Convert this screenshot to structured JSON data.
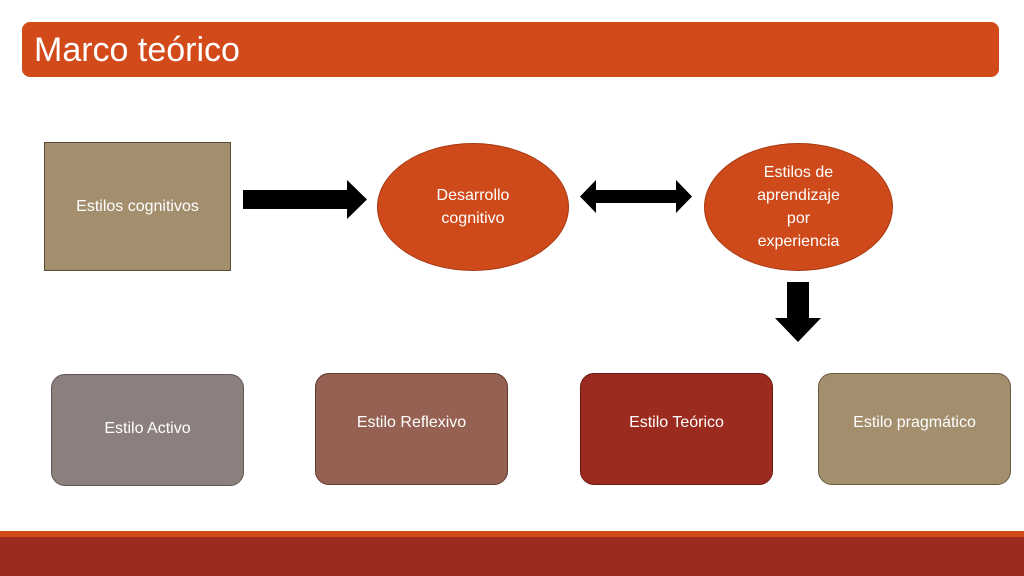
{
  "slide": {
    "title": "Marco teórico"
  },
  "diagram": {
    "source_box": {
      "label": "Estilos cognitivos"
    },
    "middle_ellipse": {
      "label_line_1": "Desarrollo",
      "label_line_2": "cognitivo"
    },
    "right_ellipse": {
      "label_line_1": "Estilos de",
      "label_line_2": "aprendizaje",
      "label_line_3": "por",
      "label_line_4": "experiencia"
    },
    "styles": [
      {
        "label": "Estilo Activo"
      },
      {
        "label": "Estilo Reflexivo"
      },
      {
        "label": "Estilo Teórico"
      },
      {
        "label": "Estilo pragmático"
      }
    ]
  },
  "colors": {
    "title_bar": "#d24a1a",
    "source_box": "#a38f6d",
    "ellipse": "#cf4a1b",
    "estilo_activo": "#8c807e",
    "estilo_reflexivo": "#956152",
    "estilo_teorico": "#9b2b1f",
    "estilo_pragmatico": "#a38f6d",
    "arrow": "#000000",
    "footer_accent": "#d24a1a",
    "footer_band": "#9b2b1f"
  },
  "icons": {
    "right_arrow": "right-arrow-icon",
    "double_arrow": "double-headed-arrow-icon",
    "down_arrow": "down-arrow-icon"
  }
}
